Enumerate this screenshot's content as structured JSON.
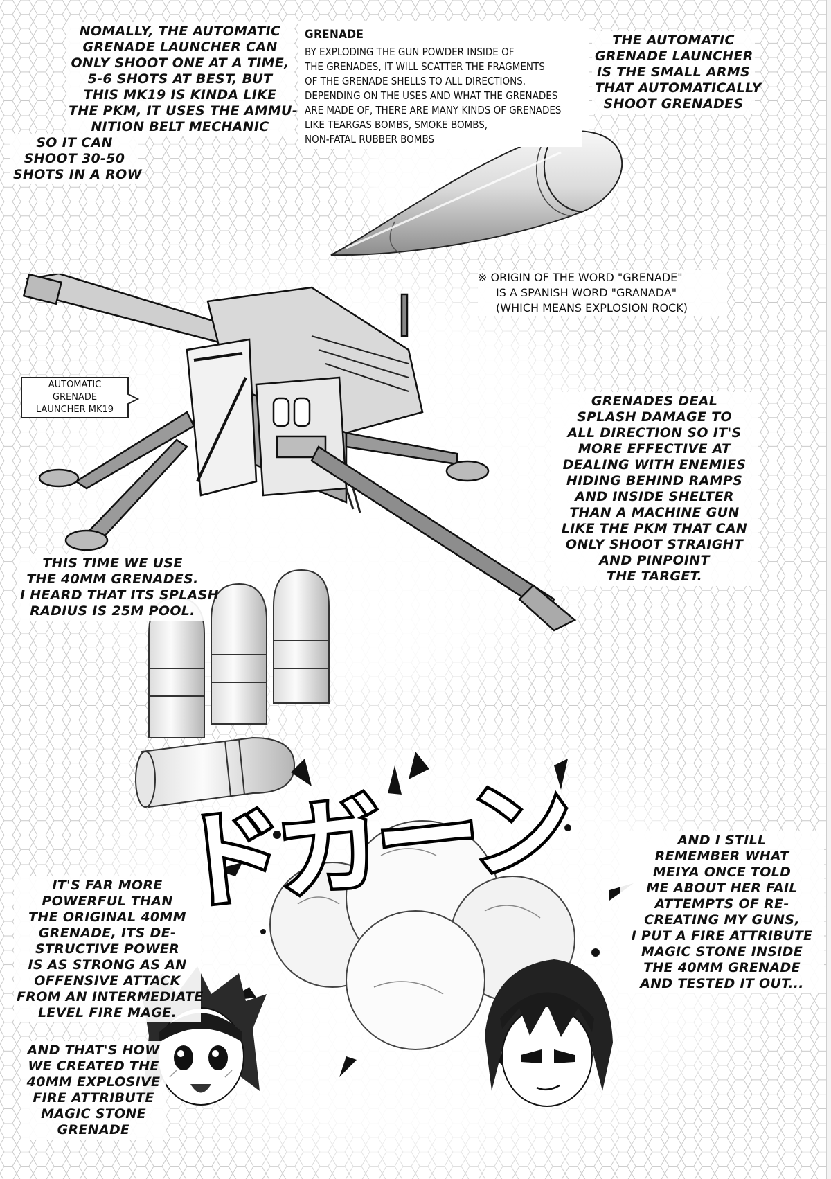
{
  "captions": {
    "mk19_belt": [
      "NOMALLY, THE AUTOMATIC",
      "GRENADE LAUNCHER CAN",
      "ONLY SHOOT ONE AT A TIME,",
      "5-6 SHOTS AT BEST, BUT",
      "THIS MK19 IS KINDA LIKE",
      "THE PKM, IT USES THE AMMU-",
      "NITION BELT MECHANIC"
    ],
    "shots_in_row": [
      "SO IT CAN",
      "SHOOT 30-50",
      "SHOTS IN A ROW"
    ],
    "definition": [
      "THE AUTOMATIC",
      "GRENADE LAUNCHER",
      "IS THE SMALL ARMS",
      "THAT AUTOMATICALLY",
      "SHOOT GRENADES"
    ],
    "splash_damage": [
      "GRENADES DEAL",
      "SPLASH DAMAGE TO",
      "ALL DIRECTION SO IT'S",
      "MORE EFFECTIVE AT",
      "DEALING WITH ENEMIES",
      "HIDING BEHIND RAMPS",
      "AND INSIDE SHELTER",
      "THAN A MACHINE GUN",
      "LIKE THE PKM THAT CAN",
      "ONLY SHOOT STRAIGHT",
      "AND PINPOINT",
      "THE TARGET."
    ],
    "forty_mm": [
      "THIS TIME WE USE",
      "THE 40MM GRENADES.",
      "I HEARD THAT ITS SPLASH",
      "RADIUS IS 25M POOL."
    ],
    "powerful": [
      "IT'S FAR MORE",
      "POWERFUL THAN",
      "THE ORIGINAL 40MM",
      "GRENADE, ITS DE-",
      "STRUCTIVE POWER",
      "IS AS STRONG AS AN",
      "OFFENSIVE ATTACK",
      "FROM AN INTERMEDIATE",
      "LEVEL FIRE MAGE."
    ],
    "created": [
      "AND THAT'S HOW",
      "WE CREATED THE",
      "40MM EXPLOSIVE",
      "FIRE ATTRIBUTE",
      "MAGIC STONE",
      "GRENADE"
    ],
    "meiya": [
      "AND I STILL",
      "REMEMBER WHAT",
      "MEIYA ONCE TOLD",
      "ME ABOUT HER FAIL",
      "ATTEMPTS OF RE-",
      "CREATING MY GUNS,",
      "I PUT A FIRE ATTRIBUTE",
      "MAGIC STONE INSIDE",
      "THE 40MM GRENADE",
      "AND TESTED IT OUT..."
    ]
  },
  "grenade_info": {
    "title": "GRENADE",
    "lines": [
      "BY EXPLODING THE GUN POWDER INSIDE OF",
      "THE GRENADES, IT WILL SCATTER THE FRAGMENTS",
      "OF THE GRENADE SHELLS TO ALL DIRECTIONS.",
      "DEPENDING ON THE USES AND WHAT THE GRENADES",
      "ARE MADE OF, THERE ARE MANY KINDS OF GRENADES",
      "LIKE TEARGAS BOMBS, SMOKE BOMBS,",
      "NON-FATAL RUBBER BOMBS"
    ]
  },
  "origin_note": [
    "※ ORIGIN OF THE WORD \"GRENADE\"",
    "IS A SPANISH WORD \"GRANADA\"",
    "(WHICH MEANS EXPLOSION ROCK)"
  ],
  "weapon_label": [
    "AUTOMATIC",
    "GRENADE",
    "LAUNCHER MK19"
  ],
  "sfx_text": "ドガーン",
  "colors": {
    "ink": "#111111",
    "hex_grid": "#c8c8c8",
    "shade": "#9a9a9a"
  }
}
